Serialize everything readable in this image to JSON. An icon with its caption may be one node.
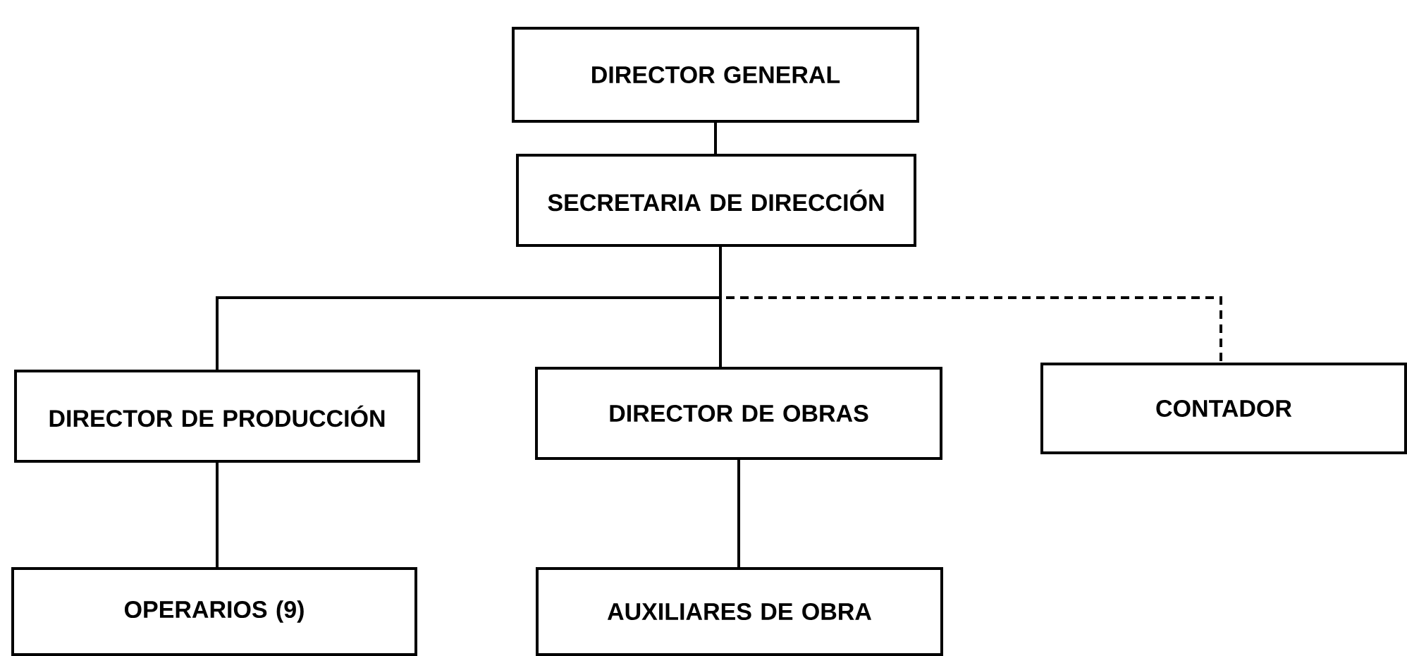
{
  "diagram": {
    "nodes": [
      {
        "text": [
          "DIRECTOR GENERAL"
        ]
      },
      {
        "text": [
          "SECRETARIA DE DIRECCIÓN"
        ]
      },
      {
        "text": [
          "DIRECTOR DE PRODUCCIÓN"
        ]
      },
      {
        "text": [
          "DIRECTOR DE OBRAS"
        ]
      },
      {
        "text": [
          "CONTADOR"
        ]
      },
      {
        "text": [
          "OPERARIOS (9)"
        ]
      },
      {
        "text": [
          "AUXILIARES DE OBRA"
        ]
      }
    ],
    "edges": [
      {
        "from": 0,
        "to": 1,
        "arrow": "none"
      },
      {
        "from": 1,
        "to": 2,
        "arrow": "none"
      },
      {
        "from": 1,
        "to": 3,
        "arrow": "none"
      },
      {
        "from": 1,
        "to": 4,
        "arrow": "none",
        "style": "dashed"
      },
      {
        "from": 2,
        "to": 5,
        "arrow": "none"
      },
      {
        "from": 3,
        "to": 6,
        "arrow": "none"
      }
    ]
  }
}
